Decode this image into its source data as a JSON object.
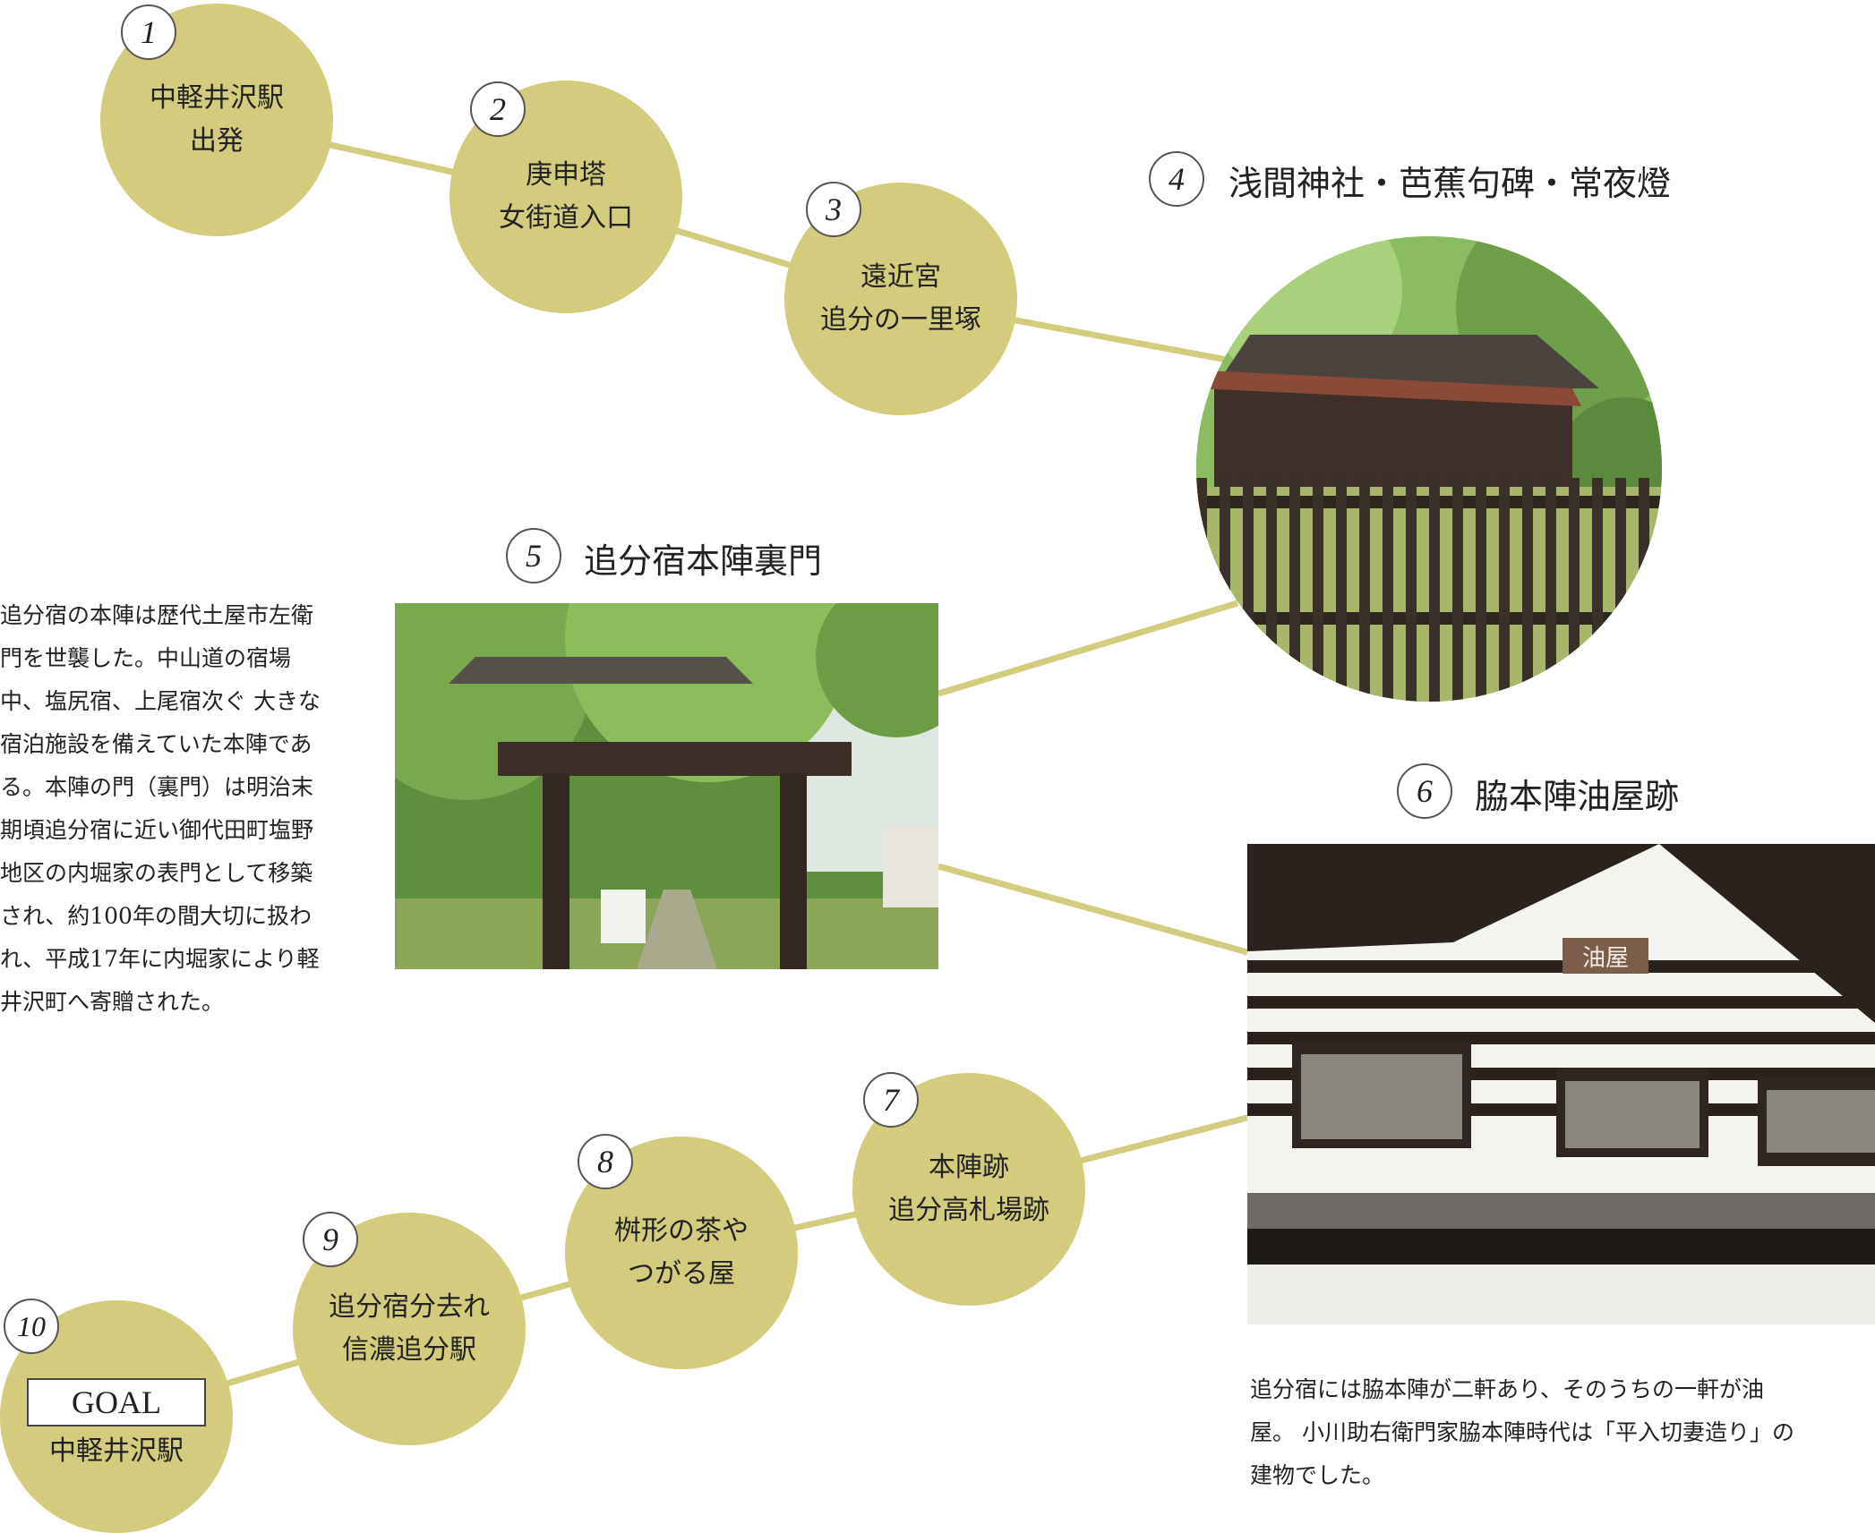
{
  "stops": [
    {
      "num": "1",
      "lines": [
        "中軽井沢駅",
        "出発"
      ]
    },
    {
      "num": "2",
      "lines": [
        "庚申塔",
        "女街道入口"
      ]
    },
    {
      "num": "3",
      "lines": [
        "遠近宮",
        "追分の一里塚"
      ]
    },
    {
      "num": "4",
      "title": "浅間神社・芭蕉句碑・常夜燈"
    },
    {
      "num": "5",
      "title": "追分宿本陣裏門",
      "description": [
        "追分宿の本陣は歴代土屋市左衛",
        "門を世襲した。中山道の宿場",
        "中、塩尻宿、上尾宿次ぐ 大きな",
        "宿泊施設を備えていた本陣であ",
        "る。本陣の門（裏門）は明治末",
        "期頃追分宿に近い御代田町塩野",
        "地区の内堀家の表門として移築",
        "され、約100年の間大切に扱わ",
        "れ、平成17年に内堀家により軽",
        "井沢町へ寄贈された。"
      ]
    },
    {
      "num": "6",
      "title": "脇本陣油屋跡",
      "description": [
        "追分宿には脇本陣が二軒あり、そのうちの一軒が油",
        "屋。 小川助右衛門家脇本陣時代は「平入切妻造り」の",
        "建物でした。"
      ],
      "sign": "油屋"
    },
    {
      "num": "7",
      "lines": [
        "本陣跡",
        "追分高札場跡"
      ]
    },
    {
      "num": "8",
      "lines": [
        "桝形の茶や",
        "つがる屋"
      ]
    },
    {
      "num": "9",
      "lines": [
        "追分宿分去れ",
        "信濃追分駅"
      ]
    },
    {
      "num": "10",
      "goal": "GOAL",
      "lines": [
        "中軽井沢駅"
      ]
    }
  ],
  "colors": {
    "stop": "#d3cc7c",
    "line": "#d3cc7c"
  }
}
